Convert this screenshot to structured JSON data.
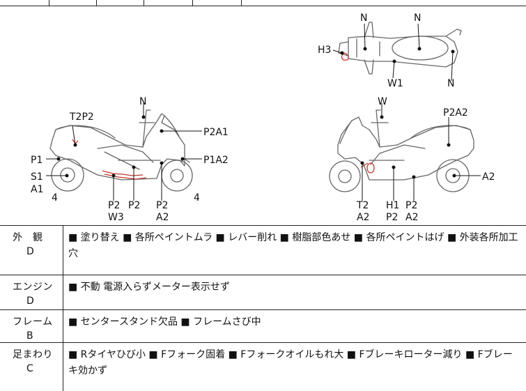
{
  "diagram": {
    "labels": {
      "top_n_front": "N",
      "top_n_mid": "N",
      "top_h3": "H3",
      "top_w1": "W1",
      "top_n_rear": "N",
      "l_n": "N",
      "l_t2p2": "T2P2",
      "l_p2a1": "P2A1",
      "l_p1": "P1",
      "l_p1a2": "P1A2",
      "l_s1": "S1",
      "l_a1": "A1",
      "l_4a": "4",
      "l_4b": "4",
      "l_p2a": "P2",
      "l_w3": "W3",
      "l_p2b": "P2",
      "l_p2c": "P2",
      "l_a2": "A2",
      "r_w": "W",
      "r_p2a2": "P2A2",
      "r_a2": "A2",
      "r_t2": "T2",
      "r_a2b": "A2",
      "r_h1": "H1",
      "r_p2d": "P2",
      "r_p2e": "P2",
      "r_a2c": "A2"
    }
  },
  "table": {
    "rows": [
      {
        "category": "外　観",
        "grade": "D",
        "notes": "■ 塗り替え ■ 各所ペイントムラ ■ レバー削れ ■ 樹脂部色あせ ■ 各所ペイントはげ ■ 外装各所加工穴"
      },
      {
        "category": "エンジン",
        "grade": "D",
        "notes": "■ 不動 電源入らずメーター表示せず"
      },
      {
        "category": "フレーム",
        "grade": "B",
        "notes": "■ センタースタンド欠品 ■ フレームさび中"
      },
      {
        "category": "足まわり",
        "grade": "C",
        "notes": "■ Rタイヤひび小 ■ Fフォーク固着 ■ Fフォークオイルもれ大 ■ Fブレーキローター減り ■ Fブレーキ効かず"
      }
    ]
  }
}
